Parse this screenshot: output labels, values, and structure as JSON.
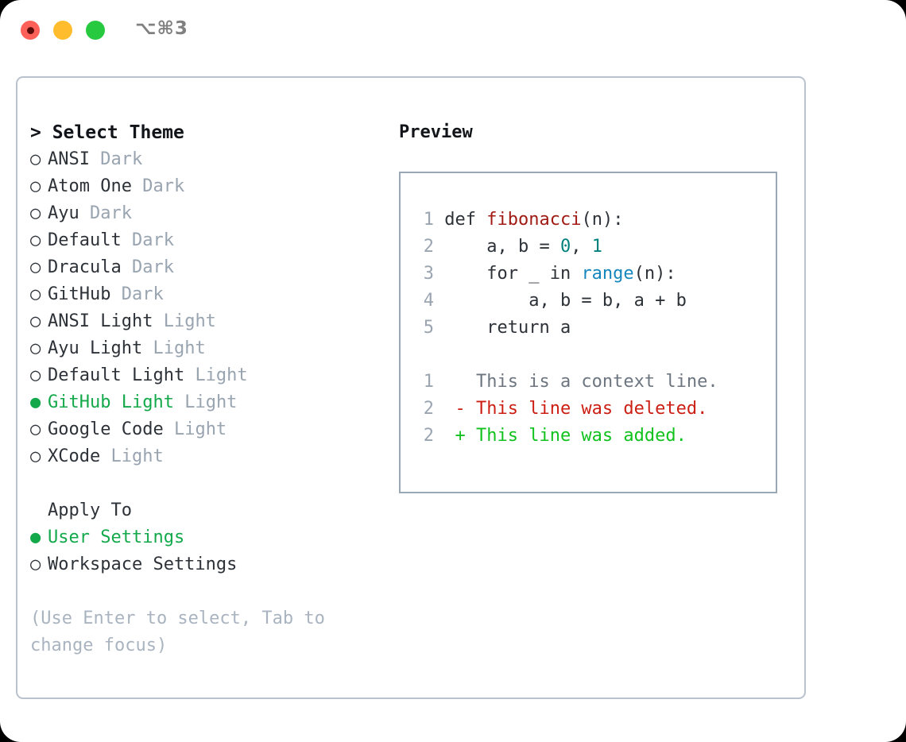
{
  "titlebar": {
    "shortcut": "⌥⌘3",
    "buttons": [
      {
        "name": "close",
        "color": "#ff6159"
      },
      {
        "name": "minimize",
        "color": "#ffbd2e"
      },
      {
        "name": "maximize",
        "color": "#27c93f"
      }
    ]
  },
  "theme_picker": {
    "header": "> Select Theme",
    "bullet_empty": "○",
    "bullet_filled": "●",
    "items": [
      {
        "bullet": "○",
        "name": "ANSI",
        "tag": "Dark",
        "selected": false
      },
      {
        "bullet": "○",
        "name": "Atom One",
        "tag": "Dark",
        "selected": false
      },
      {
        "bullet": "○",
        "name": "Ayu",
        "tag": "Dark",
        "selected": false
      },
      {
        "bullet": "○",
        "name": "Default",
        "tag": "Dark",
        "selected": false
      },
      {
        "bullet": "○",
        "name": "Dracula",
        "tag": "Dark",
        "selected": false
      },
      {
        "bullet": "○",
        "name": "GitHub",
        "tag": "Dark",
        "selected": false
      },
      {
        "bullet": "○",
        "name": "ANSI Light",
        "tag": "Light",
        "selected": false
      },
      {
        "bullet": "○",
        "name": "Ayu Light",
        "tag": "Light",
        "selected": false
      },
      {
        "bullet": "○",
        "name": "Default Light",
        "tag": "Light",
        "selected": false
      },
      {
        "bullet": "●",
        "name": "GitHub Light",
        "tag": "Light",
        "selected": true
      },
      {
        "bullet": "○",
        "name": "Google Code",
        "tag": "Light",
        "selected": false
      },
      {
        "bullet": "○",
        "name": "XCode",
        "tag": "Light",
        "selected": false
      }
    ]
  },
  "apply_to": {
    "header": "Apply To",
    "options": [
      {
        "bullet": "●",
        "label": "User Settings",
        "selected": true
      },
      {
        "bullet": "○",
        "label": "Workspace Settings",
        "selected": false
      }
    ]
  },
  "hint": "(Use Enter to select, Tab to change focus)",
  "preview": {
    "title": "Preview",
    "code_lines": [
      {
        "number": "1",
        "segments": [
          {
            "text": " def ",
            "token": "plain"
          },
          {
            "text": "fibonacci",
            "token": "fn"
          },
          {
            "text": "(n):",
            "token": "plain"
          }
        ]
      },
      {
        "number": "2",
        "segments": [
          {
            "text": "     a, b = ",
            "token": "plain"
          },
          {
            "text": "0",
            "token": "num"
          },
          {
            "text": ", ",
            "token": "plain"
          },
          {
            "text": "1",
            "token": "num"
          }
        ]
      },
      {
        "number": "3",
        "segments": [
          {
            "text": "     for _ in ",
            "token": "plain"
          },
          {
            "text": "range",
            "token": "call"
          },
          {
            "text": "(n):",
            "token": "plain"
          }
        ]
      },
      {
        "number": "4",
        "segments": [
          {
            "text": "         a, b = b, a + b",
            "token": "plain"
          }
        ]
      },
      {
        "number": "5",
        "segments": [
          {
            "text": "     return a",
            "token": "plain"
          }
        ]
      }
    ],
    "diff_lines": [
      {
        "number": "1",
        "marker": "  ",
        "text": "This is a context line.",
        "kind": "context"
      },
      {
        "number": "2",
        "marker": "- ",
        "text": "This line was deleted.",
        "kind": "deleted"
      },
      {
        "number": "2",
        "marker": "+ ",
        "text": "This line was added.",
        "kind": "added"
      }
    ]
  },
  "colors": {
    "accent_green": "#13a94b",
    "muted": "#99a4b1",
    "hint": "#a9b4c0",
    "panel_border": "#b9c2cd",
    "preview_border": "#9aa7b5",
    "fn": "#a01b14",
    "num": "#00807c",
    "call": "#1587bd",
    "diff_deleted": "#cc1f14",
    "diff_added": "#11c21e",
    "diff_context": "#6d7680"
  }
}
